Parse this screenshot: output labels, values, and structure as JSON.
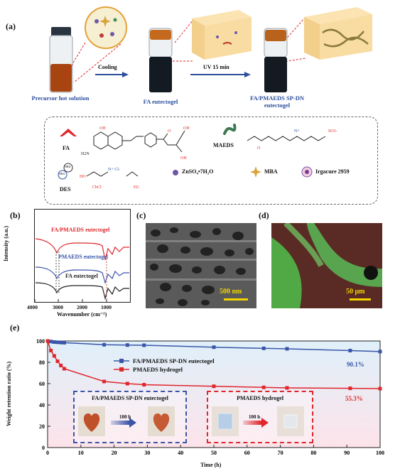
{
  "panels": {
    "a": {
      "label": "(a)",
      "captions": [
        "Precursor hot solution",
        "FA eutectogel",
        "FA/PMAEDS SP-DN eutectogel"
      ],
      "arrow1": "Cooling",
      "arrow2": "UV 15 min",
      "legend": {
        "fa": "FA",
        "maeds": "MAEDS",
        "des": "DES",
        "chcl": "ChCl",
        "eg": "EG",
        "znso4": "ZnSO₄•7H₂O",
        "mba": "MBA",
        "irgacure": "Irgacure 2959",
        "hbd": "HBD",
        "hba": "HBA"
      }
    },
    "b": {
      "label": "(b)",
      "ylabel": "Intensity (a.u.)",
      "xlabel": "Wavenumber (cm⁻¹)",
      "xticks": [
        "4000",
        "3000",
        "2000",
        "1000"
      ],
      "series": [
        "FA/PMAEDS eutectogel",
        "PMAEDS eutectogel",
        "FA eutectogel"
      ]
    },
    "c": {
      "label": "(c)",
      "scale": "500 nm"
    },
    "d": {
      "label": "(d)",
      "scale": "50 μm"
    },
    "e": {
      "label": "(e)",
      "inset_left": "FA/PMAEDS SP-DN eutectogel",
      "inset_right": "PMAEDS hydrogel",
      "inset_time": "100 h",
      "annot1": "90.1%",
      "annot2": "55.3%"
    }
  },
  "chart_data": {
    "type": "line",
    "xlabel": "Time (h)",
    "ylabel": "Weight retention ratio (%)",
    "xlim": [
      0,
      100
    ],
    "ylim": [
      0,
      100
    ],
    "xticks": [
      0,
      10,
      20,
      30,
      40,
      50,
      60,
      70,
      80,
      90,
      100
    ],
    "yticks": [
      0,
      20,
      40,
      60,
      80,
      100
    ],
    "legend_position": "top-right",
    "series": [
      {
        "name": "FA/PMAEDS SP-DN eutectogel",
        "color": "#3b55a8",
        "x": [
          0,
          1,
          2,
          3,
          4,
          5,
          17,
          24,
          29,
          50,
          65,
          72,
          91,
          100
        ],
        "y": [
          100,
          99.5,
          99,
          98.8,
          98.6,
          98.4,
          96.5,
          96.2,
          96,
          94.2,
          93.1,
          92.7,
          91,
          90.1
        ]
      },
      {
        "name": "PMAEDS hydrogel",
        "color": "#e0272c",
        "x": [
          0,
          1,
          2,
          3,
          4,
          5,
          17,
          24,
          29,
          50,
          65,
          72,
          91,
          100
        ],
        "y": [
          100,
          91,
          86,
          81,
          77,
          74,
          62,
          60,
          59,
          57.5,
          56.5,
          56,
          55.6,
          55.3
        ]
      }
    ]
  },
  "colors": {
    "blue": "#3b55a8",
    "red": "#e0272c",
    "caption_blue": "#2c4f9e"
  }
}
